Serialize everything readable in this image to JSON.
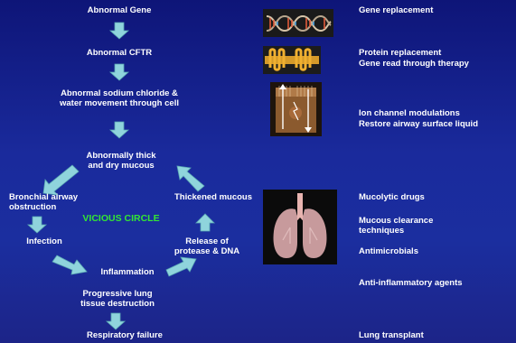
{
  "flow": {
    "abnormal_gene": "Abnormal Gene",
    "abnormal_cftr": "Abnormal CFTR",
    "abnormal_transport": "Abnormal sodium chloride & water movement through cell",
    "thick_mucous": "Abnormally thick and dry mucous",
    "bronchial_obstruction": "Bronchial airway obstruction",
    "thickened_mucous": "Thickened mucous",
    "vicious_circle": "VICIOUS CIRCLE",
    "infection": "Infection",
    "release_protease": "Release of protease & DNA",
    "inflammation": "Inflammation",
    "progressive_destruction": "Progressive lung tissue destruction",
    "respiratory_failure": "Respiratory failure"
  },
  "therapies": {
    "gene_replacement": "Gene replacement",
    "protein_replacement": "Protein replacement",
    "read_through": "Gene read through therapy",
    "ion_channel": "Ion channel modulations",
    "restore_asl": "Restore airway surface liquid",
    "mucolytic": "Mucolytic drugs",
    "mucous_clearance": "Mucous clearance techniques",
    "antimicrobials": "Antimicrobials",
    "anti_inflammatory": "Anti-inflammatory agents",
    "lung_transplant": "Lung transplant"
  },
  "colors": {
    "background": "#1a2a9c",
    "arrow": "#8fd4dc",
    "vicious_circle": "#33e633",
    "text": "#ffffff"
  },
  "icons": {
    "dna": "dna-helix-icon",
    "protein": "membrane-protein-icon",
    "ion_channel": "ion-channel-cell-icon",
    "lungs": "lungs-icon"
  }
}
